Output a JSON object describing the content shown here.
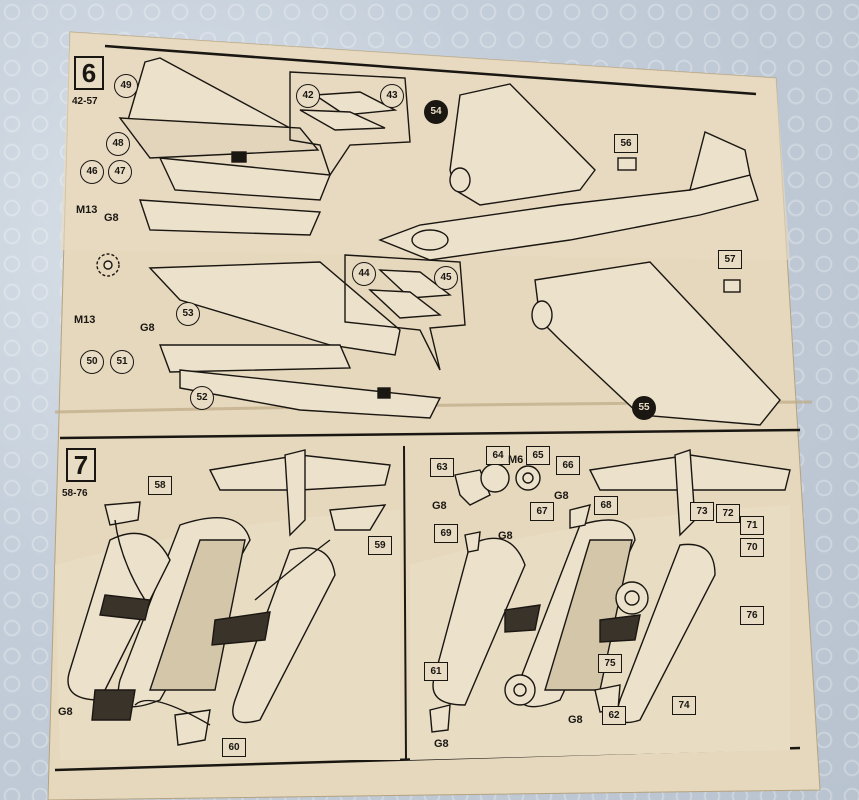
{
  "sheet": {
    "step6": {
      "number": "6",
      "range": "42-57",
      "parts": [
        "49",
        "48",
        "46",
        "47",
        "42",
        "43",
        "54",
        "56",
        "44",
        "45",
        "53",
        "50",
        "51",
        "52",
        "55",
        "57"
      ],
      "codes": [
        "M13",
        "G8",
        "M13",
        "G8"
      ]
    },
    "step7": {
      "number": "7",
      "range": "58-76",
      "parts": [
        "58",
        "59",
        "60",
        "63",
        "64",
        "65",
        "66",
        "67",
        "68",
        "69",
        "61",
        "62",
        "70",
        "71",
        "72",
        "73",
        "74",
        "75",
        "76"
      ],
      "codes": [
        "G8",
        "M6",
        "G8",
        "G8",
        "G8",
        "G8",
        "G8"
      ]
    }
  }
}
